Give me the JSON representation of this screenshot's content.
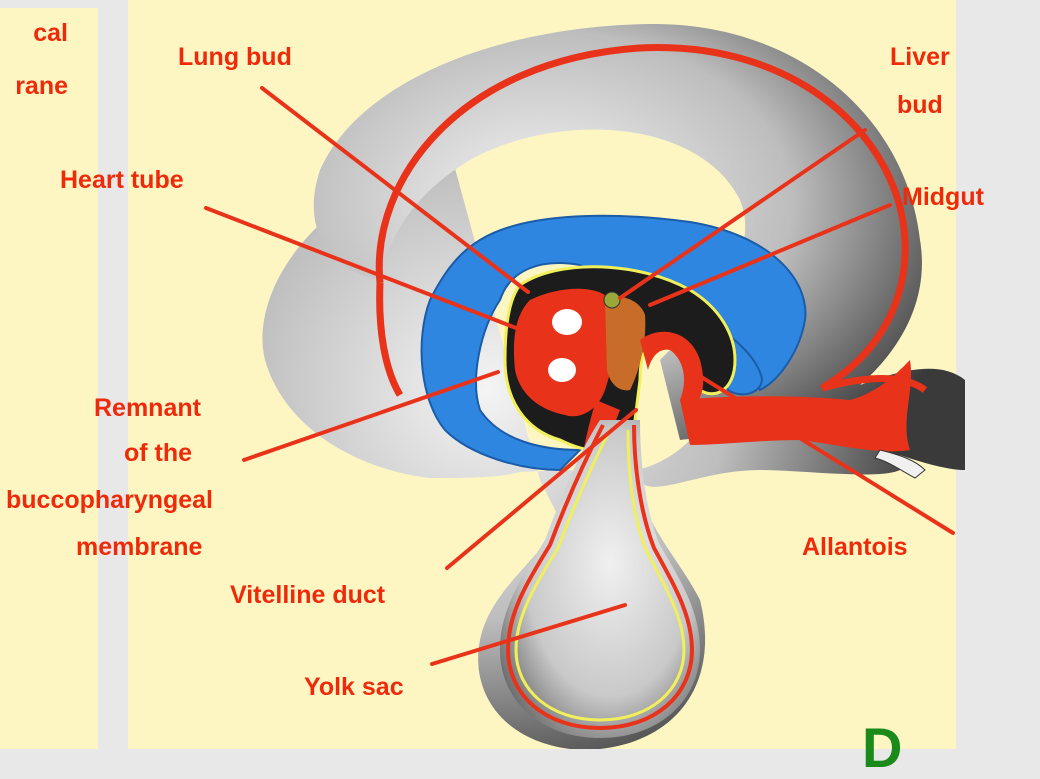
{
  "left_panel": {
    "text_line1": "cal",
    "text_line2": "rane"
  },
  "labels": {
    "lung_bud": "Lung bud",
    "liver_bud_1": "Liver",
    "liver_bud_2": "bud",
    "heart_tube": "Heart tube",
    "midgut": "Midgut",
    "remnant_1": "Remnant",
    "remnant_2": "of the",
    "remnant_3": "buccopharyngeal",
    "remnant_4": "membrane",
    "allantois": "Allantois",
    "vitelline_duct": "Vitelline duct",
    "yolk_sac": "Yolk sac"
  },
  "corner_letter": "D",
  "colors": {
    "label": "#ee2a0a",
    "background": "#fdf6c3",
    "amnion_blue": "#2f86e0",
    "tissue_red": "#e8331a",
    "outline_yellow": "#f1ef5a",
    "corner_letter": "#1a8a1a"
  }
}
